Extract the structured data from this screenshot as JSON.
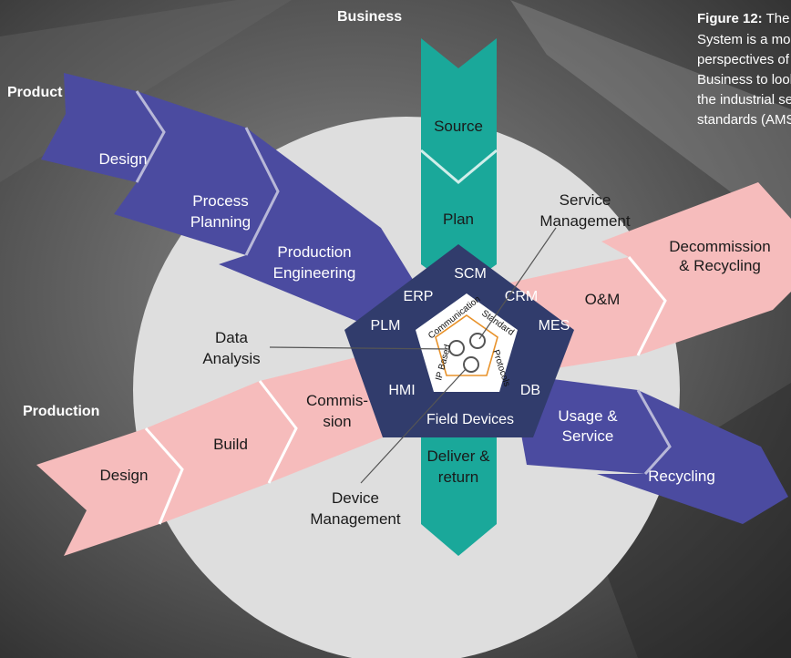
{
  "caption": {
    "lead": "Figure 12:",
    "lines": [
      " The NIS",
      "System is a model",
      "perspectives of Pro",
      "Business to look at",
      "the industrial secto",
      "standards (AMS)."
    ]
  },
  "sections": {
    "business": "Business",
    "product": "Product",
    "production": "Production"
  },
  "product_chevrons": {
    "design": "Design",
    "process_planning": [
      "Process",
      "Planning"
    ],
    "production_engineering": [
      "Production",
      "Engineering"
    ]
  },
  "business_chevrons": {
    "source": "Source",
    "plan": "Plan",
    "deliver": [
      "Deliver &",
      "return"
    ]
  },
  "right_upper_chevrons": {
    "om": "O&M",
    "decommission": [
      "Decommission",
      "& Recycling"
    ]
  },
  "right_lower_chevrons": {
    "usage": [
      "Usage &",
      "Service"
    ],
    "recycling": "Recycling"
  },
  "production_chevrons": {
    "design": "Design",
    "build": "Build",
    "commission": [
      "Commis-",
      "sion"
    ]
  },
  "callouts": {
    "service_management": [
      "Service",
      "Management"
    ],
    "data_analysis": [
      "Data",
      "Analysis"
    ],
    "device_management": [
      "Device",
      "Management"
    ]
  },
  "pentagon": {
    "scm": "SCM",
    "erp": "ERP",
    "crm": "CRM",
    "plm": "PLM",
    "mes": "MES",
    "hmi": "HMI",
    "db": "DB",
    "field_devices": "Field Devices"
  },
  "inner_ring": {
    "communication": "Communication",
    "standard": "Standard",
    "protocols": "Protocols",
    "ip_based": "IP Based"
  },
  "colors": {
    "product_blue": "#4b4ba0",
    "business_teal": "#1aa89a",
    "pink": "#f6bcbc",
    "core_navy": "#313c6c",
    "circle": "#dcdcdc",
    "orange": "#e8922a"
  }
}
